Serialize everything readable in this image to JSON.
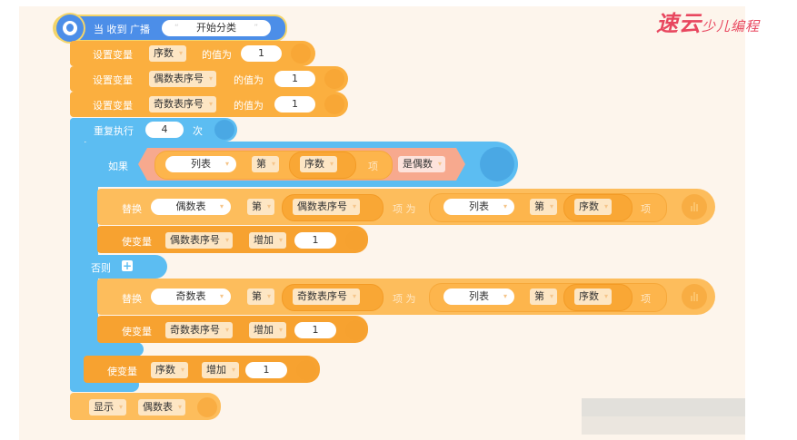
{
  "watermark": {
    "logo_main": "速云",
    "logo_sub": "少儿编程",
    "color": "#e8475f"
  },
  "script": {
    "hat": {
      "label": "当 收到 广播",
      "broadcast": "开始分类",
      "icon": "broadcast-icon"
    },
    "set_vars": [
      {
        "label": "设置变量",
        "var": "序数",
        "to_label": "的值为",
        "value": "1"
      },
      {
        "label": "设置变量",
        "var": "偶数表序号",
        "to_label": "的值为",
        "value": "1"
      },
      {
        "label": "设置变量",
        "var": "奇数表序号",
        "to_label": "的值为",
        "value": "1"
      }
    ],
    "repeat": {
      "label": "重复执行",
      "count": "4",
      "unit": "次",
      "icon": "gamepad-icon"
    },
    "if": {
      "label": "如果",
      "condition": {
        "list": "列表",
        "nth": "第",
        "index": "序数",
        "item": "项",
        "predicate": "是偶数"
      },
      "then": {
        "replace": {
          "label": "替换",
          "list": "偶数表",
          "nth": "第",
          "index": "偶数表序号",
          "item_as": "项 为",
          "src_list": "列表",
          "src_nth": "第",
          "src_index": "序数",
          "src_item": "项"
        },
        "change": {
          "label": "使变量",
          "var": "偶数表序号",
          "op": "增加",
          "value": "1"
        }
      },
      "else_label": "否则",
      "else": {
        "replace": {
          "label": "替换",
          "list": "奇数表",
          "nth": "第",
          "index": "奇数表序号",
          "item_as": "项 为",
          "src_list": "列表",
          "src_nth": "第",
          "src_index": "序数",
          "src_item": "项"
        },
        "change": {
          "label": "使变量",
          "var": "奇数表序号",
          "op": "增加",
          "value": "1"
        }
      }
    },
    "change_index": {
      "label": "使变量",
      "var": "序数",
      "op": "增加",
      "value": "1"
    },
    "show": {
      "label": "显示",
      "list": "偶数表"
    }
  },
  "colors": {
    "motion_orange": "#fbaf3f",
    "control_blue": "#5cbdf2",
    "event_blue": "#4c8ee8",
    "canvas": "#fdf5ec"
  }
}
